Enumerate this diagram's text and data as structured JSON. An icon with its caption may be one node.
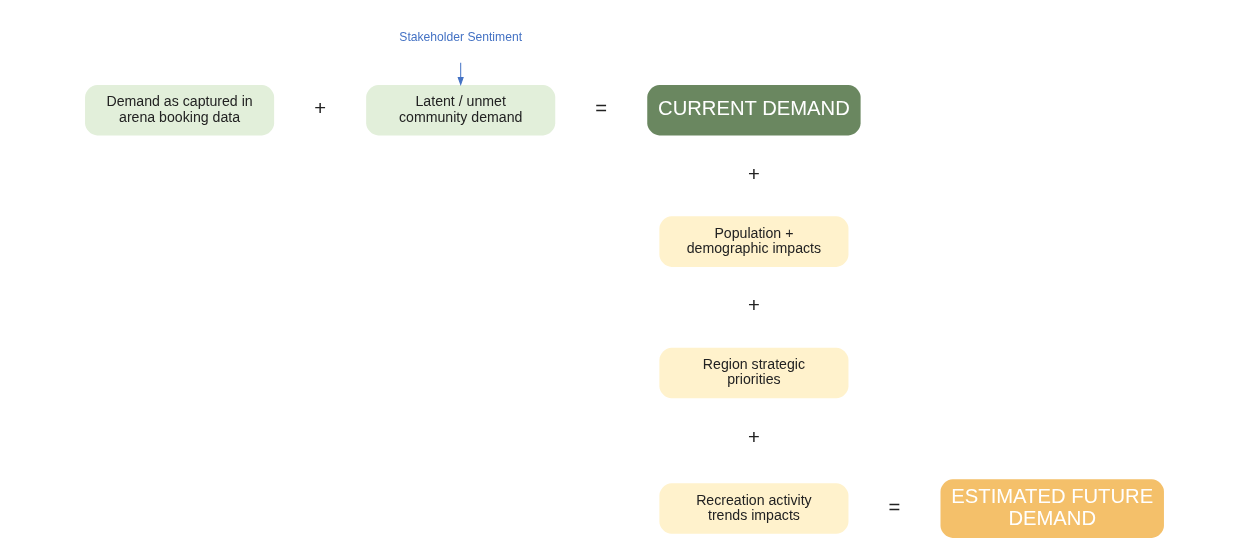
{
  "diagram": {
    "nodes": [
      {
        "text": [
          "Stakeholder Sentiment"
        ]
      },
      {
        "text": [
          "Demand as captured in arena booking data"
        ]
      },
      {
        "text": [
          "Latent / unmet community demand"
        ]
      },
      {
        "text": [
          "CURRENT DEMAND"
        ]
      },
      {
        "text": [
          "Population + demographic impacts"
        ]
      },
      {
        "text": [
          "Region strategic priorities"
        ]
      },
      {
        "text": [
          "Recreation activity trends impacts"
        ]
      },
      {
        "text": [
          "ESTIMATED FUTURE DEMAND"
        ]
      }
    ],
    "edges": [
      {
        "from": 0,
        "to": 2,
        "arrow": "to"
      }
    ],
    "labels": [
      "+",
      "=",
      "+",
      "+",
      "+",
      "="
    ]
  }
}
